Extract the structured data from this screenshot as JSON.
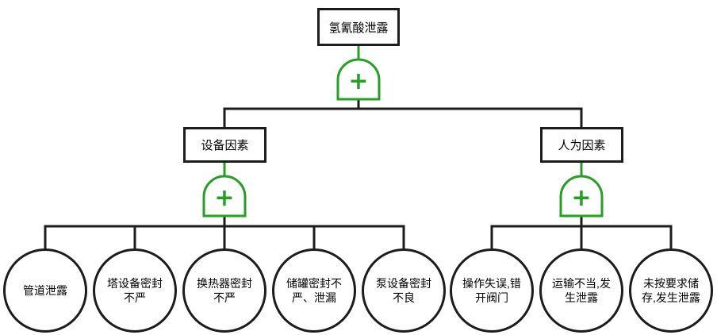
{
  "diagram_type": "fault-tree",
  "top_event": {
    "label": "氢氰酸泄露"
  },
  "gates": [
    {
      "id": "gate-top",
      "type": "OR",
      "symbol": "+"
    },
    {
      "id": "gate-equipment",
      "type": "OR",
      "symbol": "+"
    },
    {
      "id": "gate-human",
      "type": "OR",
      "symbol": "+"
    }
  ],
  "intermediate_events": [
    {
      "label": "设备因素"
    },
    {
      "label": "人为因素"
    }
  ],
  "basic_events": [
    {
      "label": "管道泄露",
      "parent": "设备因素"
    },
    {
      "label": "塔设备密封不严",
      "parent": "设备因素"
    },
    {
      "label": "换热器密封不严",
      "parent": "设备因素"
    },
    {
      "label": "储罐密封不严、泄漏",
      "parent": "设备因素"
    },
    {
      "label": "泵设备密封不良",
      "parent": "设备因素"
    },
    {
      "label": "操作失误,错开阀门",
      "parent": "人为因素"
    },
    {
      "label": "运输不当,发生泄露",
      "parent": "人为因素"
    },
    {
      "label": "未按要求储存,发生泄露",
      "parent": "人为因素"
    }
  ],
  "colors": {
    "gate": "#22A122",
    "line": "#1C1C1C",
    "background": "#FFFFFF",
    "text": "#000000"
  }
}
